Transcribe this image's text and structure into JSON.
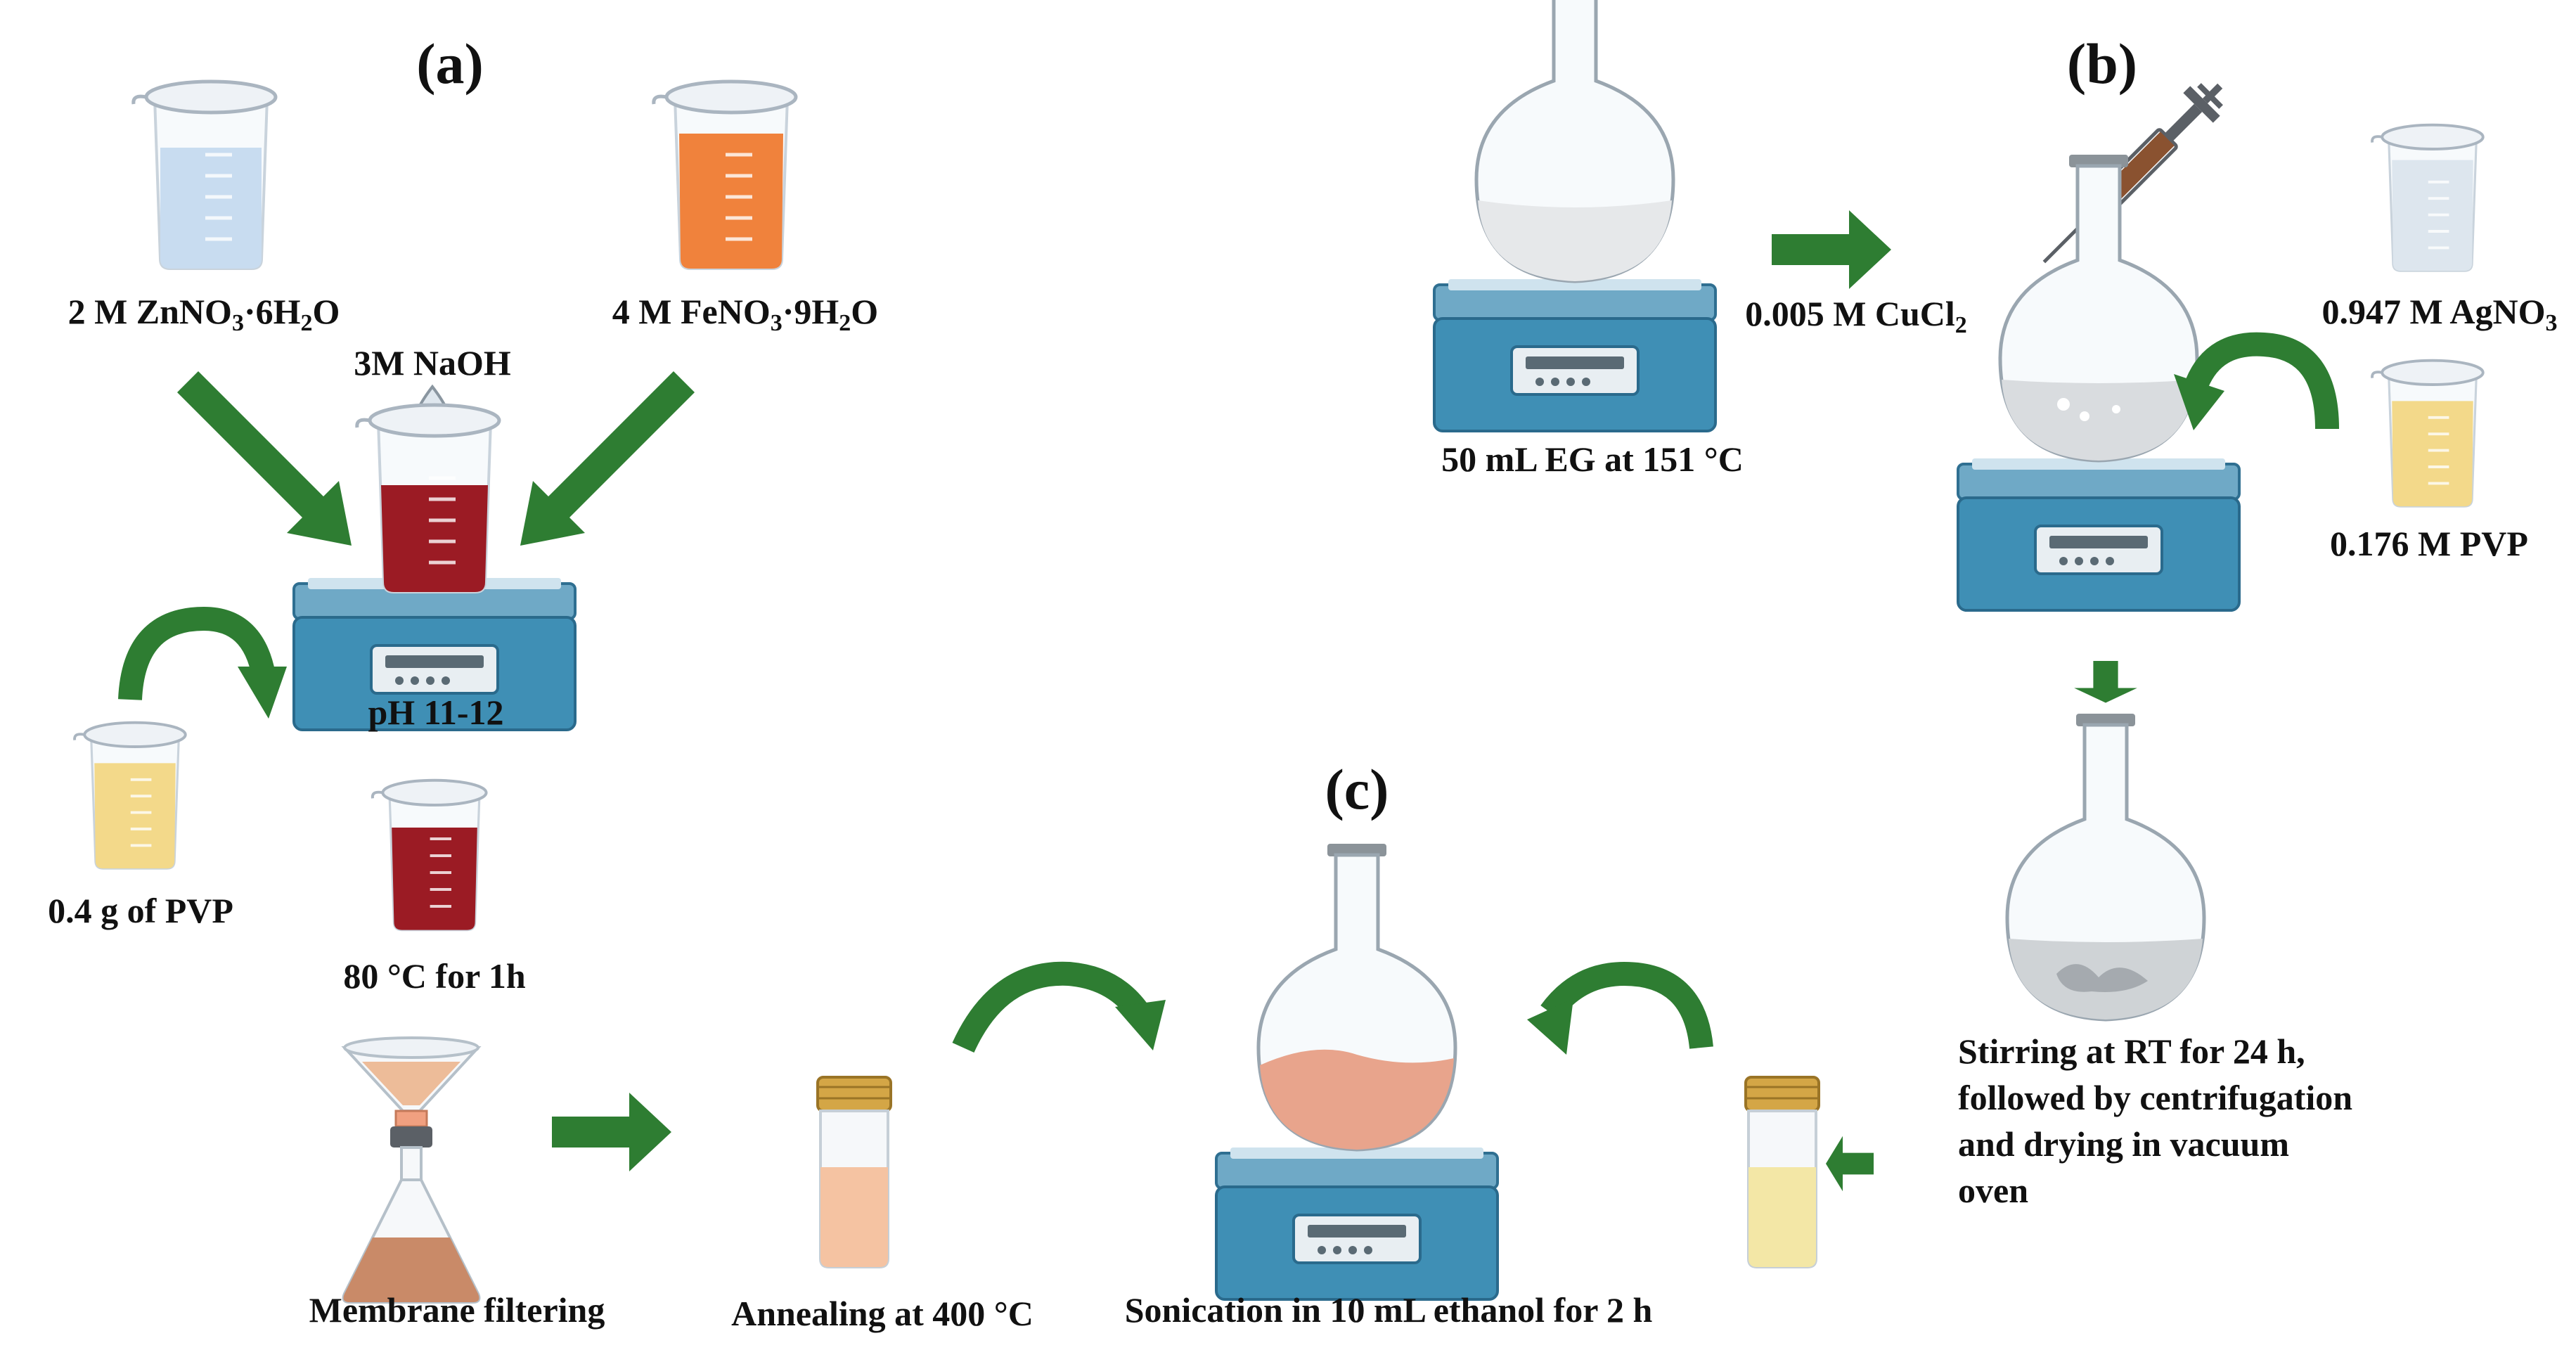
{
  "panels": {
    "a": "(a)",
    "b": "(b)",
    "c": "(c)"
  },
  "labels": {
    "zn_conc": "2 M ZnNO",
    "zn_sub1": "3",
    "zn_mid": "·6H",
    "zn_sub2": "2",
    "zn_end": "O",
    "fe_conc": "4 M FeNO",
    "fe_sub1": "3",
    "fe_mid": "·9H",
    "fe_sub2": "2",
    "fe_end": "O",
    "naoh": "3M NaOH",
    "ph": "pH 11-12",
    "pvp_a": "0.4 g of  PVP",
    "heat_a": "80 °C for 1h",
    "membrane": "Membrane filtering",
    "annealing": "Annealing at 400 °C",
    "sonication": "Sonication in 10 mL ethanol for 2 h",
    "eg": "50 mL EG at 151 °C",
    "cucl2": "0.005 M CuCl",
    "cucl2_sub": "2",
    "agno3": "0.947 M AgNO",
    "agno3_sub": "3",
    "pvp_b": "0.176 M PVP",
    "stirring_1": "Stirring at RT for 24 h,",
    "stirring_2": "followed by centrifugation",
    "stirring_3": "and drying in vacuum",
    "stirring_4": "oven"
  },
  "colors": {
    "arrow": "#2e7d32",
    "hotplate": "#3f8fb5",
    "zn_solution": "#c8dcf0",
    "fe_solution": "#f0823c",
    "mix_solution": "#9b1b24",
    "pvp_solution": "#f3d98a",
    "agno3_solution": "#dde6ee",
    "flask_liquid_c": "#e8a48c"
  },
  "icons": [
    "beaker-icon",
    "hotplate-icon",
    "round-flask-icon",
    "syringe-icon",
    "droplet-icon",
    "funnel-flask-icon",
    "vial-icon",
    "arrow-icon"
  ]
}
